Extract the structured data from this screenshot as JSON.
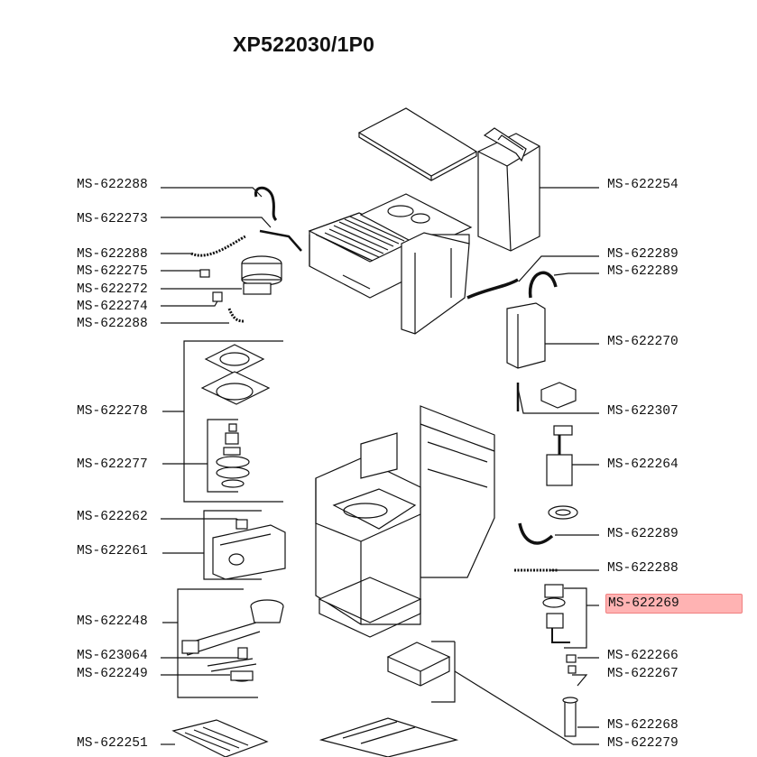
{
  "title": "XP522030/1P0",
  "highlight_color": "#ffb3b3",
  "labels_left": [
    "MS-622288",
    "MS-622273",
    "MS-622288",
    "MS-622275",
    "MS-622272",
    "MS-622274",
    "MS-622288",
    "MS-622278",
    "MS-622277",
    "MS-622262",
    "MS-622261",
    "MS-622248",
    "MS-623064",
    "MS-622249",
    "MS-622251"
  ],
  "labels_right": [
    "MS-622254",
    "MS-622289",
    "MS-622289",
    "MS-622270",
    "MS-622307",
    "MS-622264",
    "MS-622289",
    "MS-622288",
    "MS-622269",
    "MS-622266",
    "MS-622267",
    "MS-622268",
    "MS-622279"
  ],
  "highlighted_label": "MS-622269"
}
